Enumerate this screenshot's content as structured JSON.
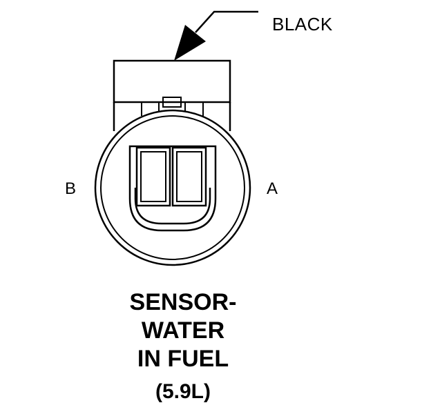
{
  "callout": {
    "label": "BLACK"
  },
  "connector": {
    "color": "BLACK",
    "pins": {
      "left_label": "B",
      "right_label": "A"
    }
  },
  "title": {
    "lines": [
      "SENSOR-",
      "WATER",
      "IN FUEL"
    ],
    "subtitle": "(5.9L)"
  }
}
